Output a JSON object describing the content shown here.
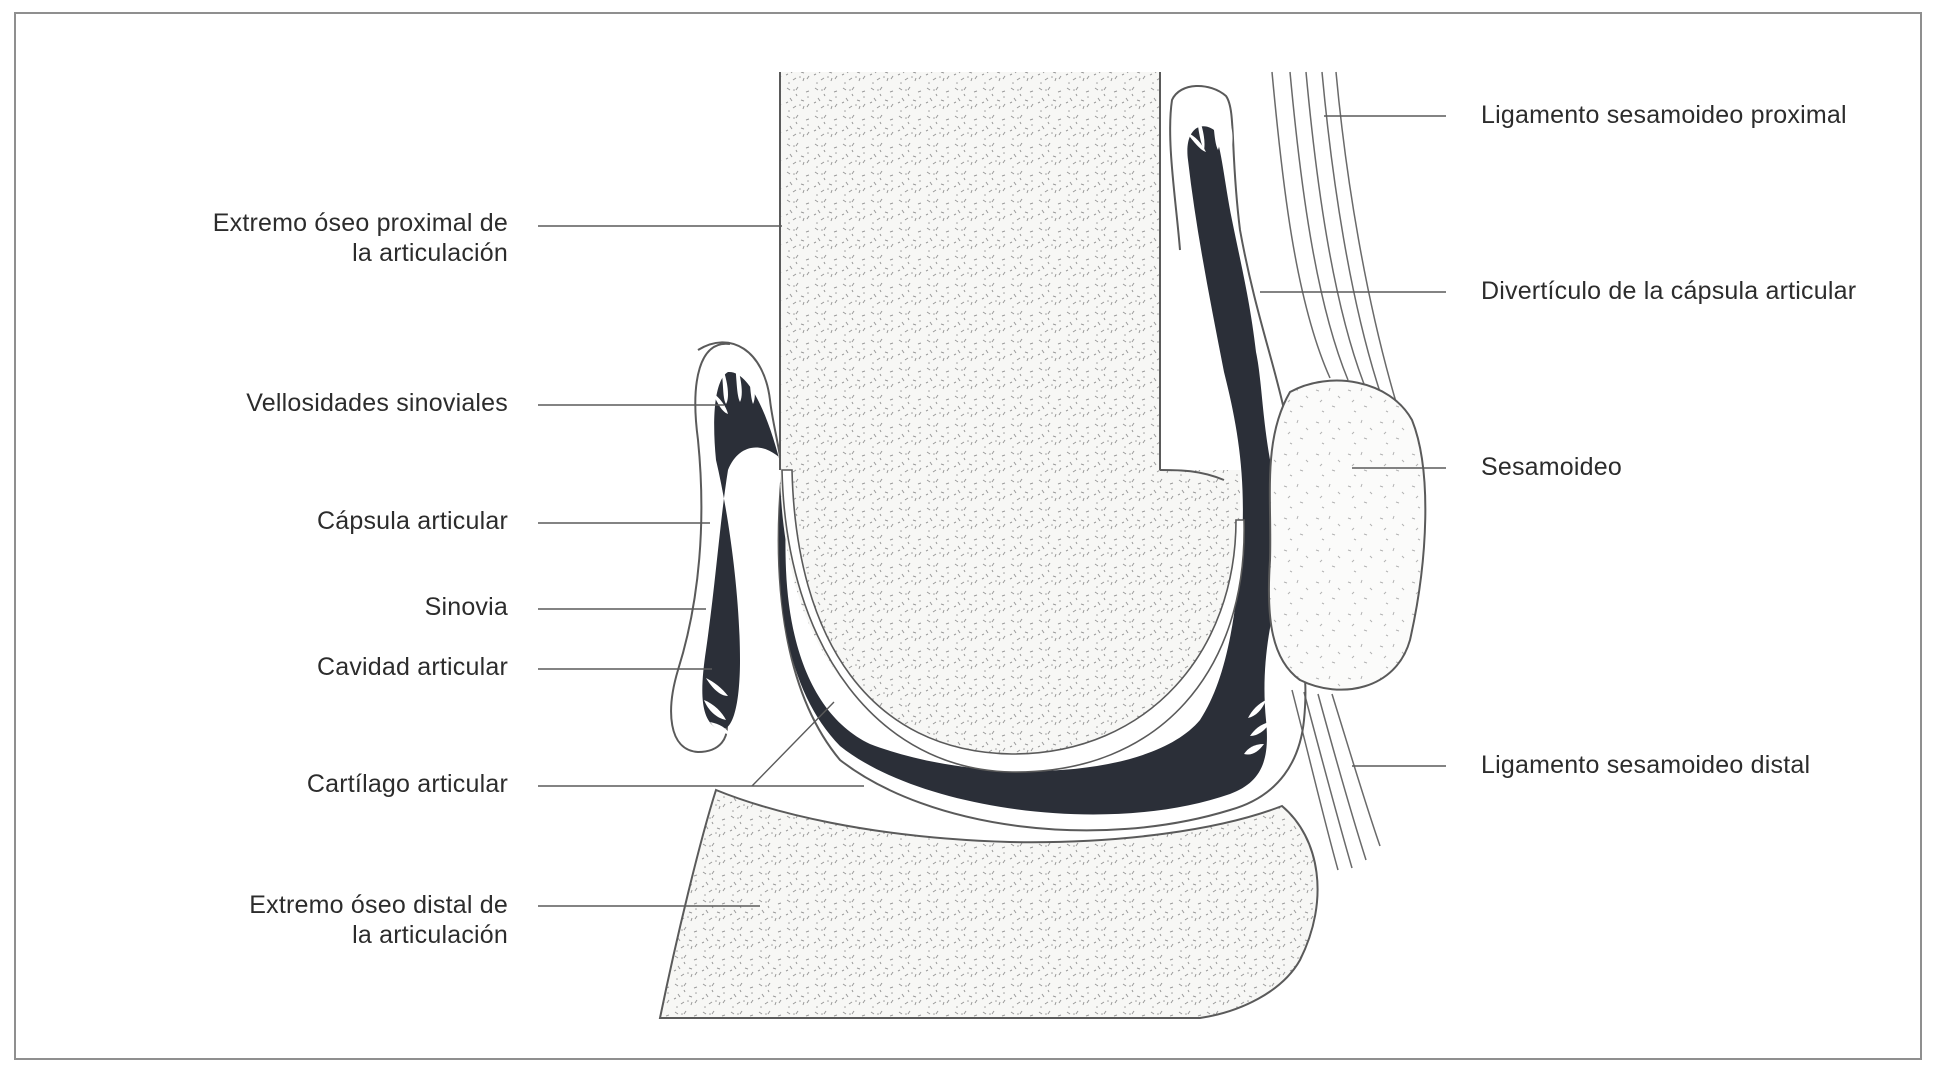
{
  "labels": {
    "left": [
      {
        "id": "extremo-proximal",
        "line1": "Extremo óseo proximal de",
        "line2": "la articulación"
      },
      {
        "id": "vellosidades",
        "line1": "Vellosidades sinoviales"
      },
      {
        "id": "capsula",
        "line1": "Cápsula articular"
      },
      {
        "id": "sinovia",
        "line1": "Sinovia"
      },
      {
        "id": "cavidad",
        "line1": "Cavidad articular"
      },
      {
        "id": "cartilago",
        "line1": "Cartílago articular"
      },
      {
        "id": "extremo-distal",
        "line1": "Extremo óseo distal de",
        "line2": "la articulación"
      }
    ],
    "right": [
      {
        "id": "lig-proximal",
        "line1": "Ligamento sesamoideo proximal"
      },
      {
        "id": "diverticulo",
        "line1": "Divertículo de la cápsula articular"
      },
      {
        "id": "sesamoideo",
        "line1": "Sesamoideo"
      },
      {
        "id": "lig-distal",
        "line1": "Ligamento sesamoideo distal"
      }
    ]
  },
  "colors": {
    "line": "#5a5a5a",
    "fill_dark": "#2b2f38",
    "bone_fill": "#f6f6f4",
    "bone_speckle": "#9a9a9a"
  }
}
